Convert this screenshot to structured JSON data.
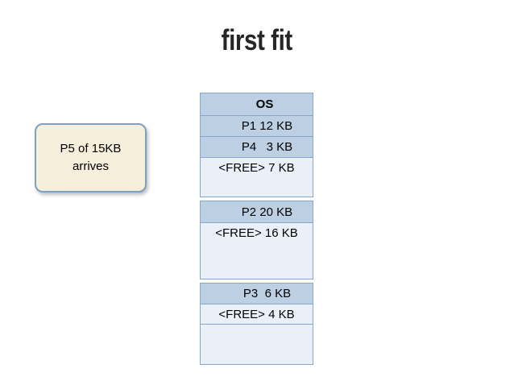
{
  "title": "first fit",
  "callout": {
    "line1": "P5 of 15KB",
    "line2": "arrives"
  },
  "memory": {
    "groups": [
      {
        "cells": [
          {
            "label": "OS",
            "type": "os"
          },
          {
            "label": "P1 12 KB",
            "type": "allocated"
          },
          {
            "label": "P4   3 KB",
            "type": "allocated"
          },
          {
            "label": "<FREE> 7 KB",
            "type": "free"
          }
        ]
      },
      {
        "cells": [
          {
            "label": "P2 20 KB",
            "type": "allocated"
          },
          {
            "label": "<FREE> 16 KB",
            "type": "free"
          }
        ]
      },
      {
        "cells": [
          {
            "label": "P3  6 KB",
            "type": "allocated"
          },
          {
            "label": "<FREE> 4 KB",
            "type": "free"
          },
          {
            "label": "",
            "type": "free"
          }
        ]
      }
    ]
  },
  "colors": {
    "alloc_fill": "#bdd0e3",
    "free_fill": "#eaf0f7",
    "cell_border": "#84a7cb",
    "callout_fill": "#f6efdc",
    "callout_border": "#7da0c7",
    "title_color": "#262626"
  }
}
